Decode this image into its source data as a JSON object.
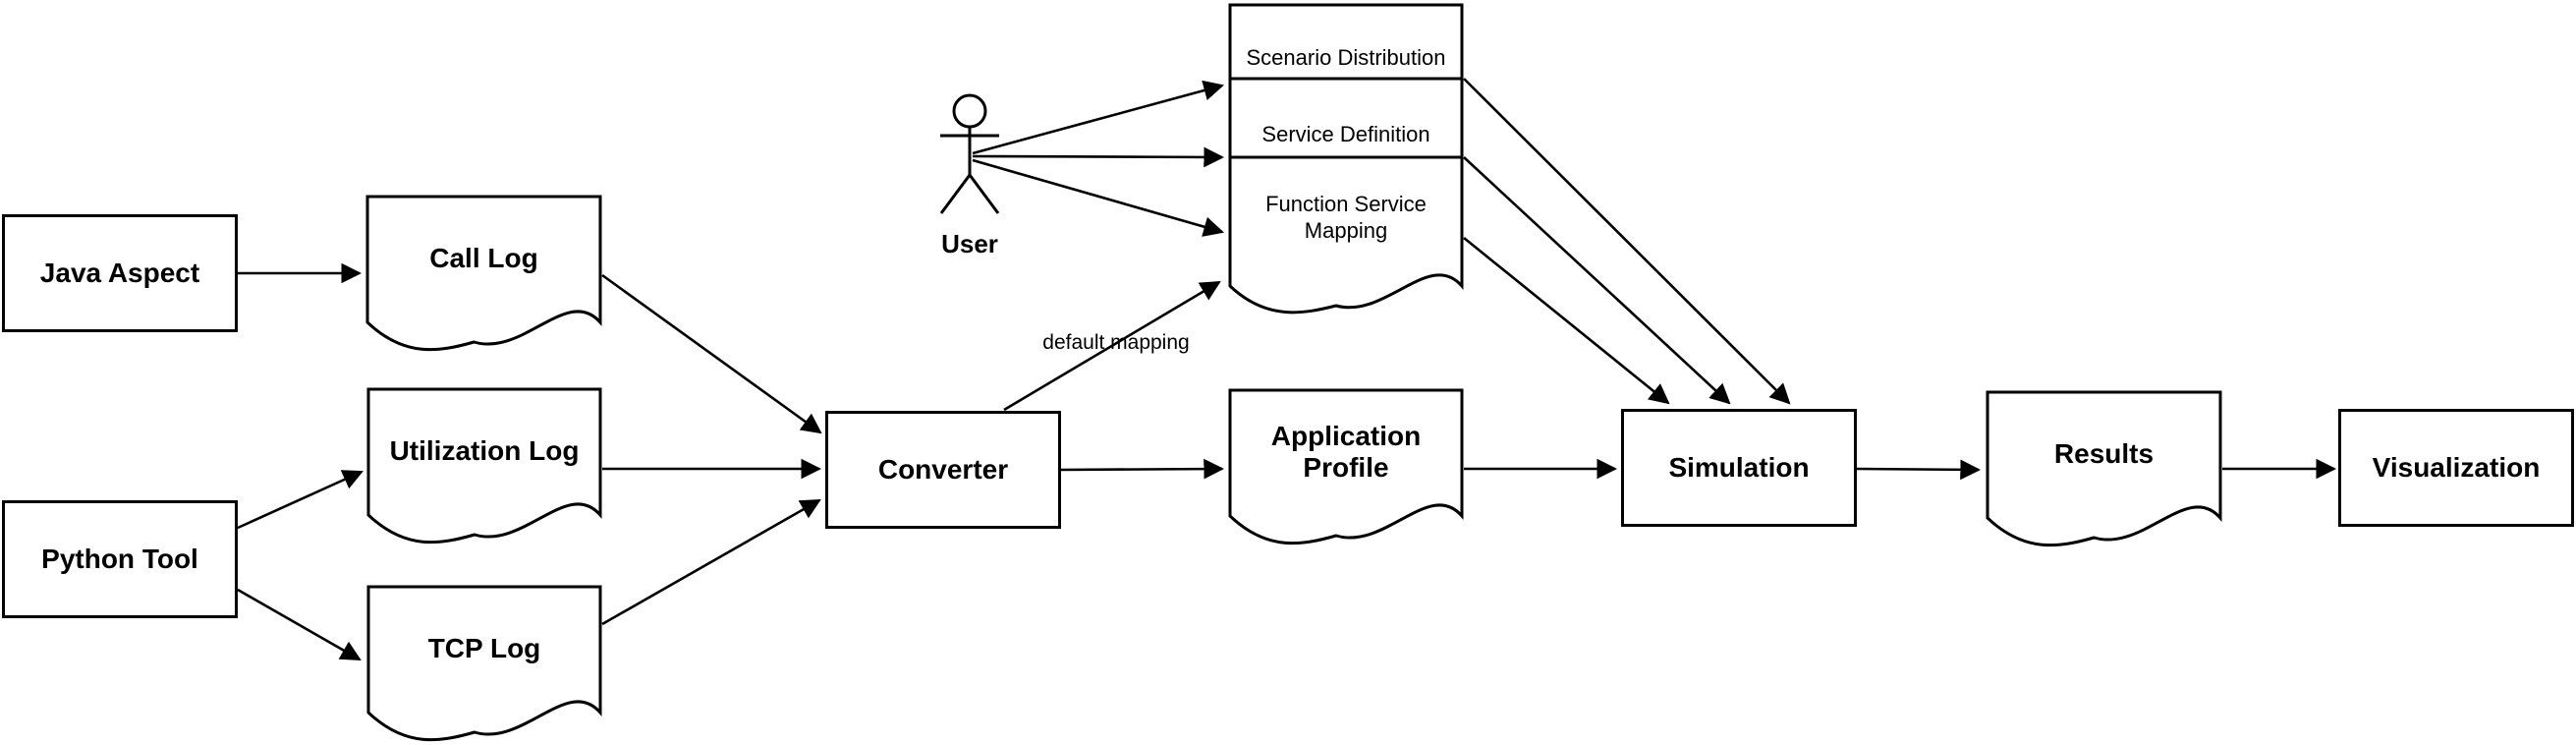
{
  "colors": {
    "background": "#ffffff",
    "stroke": "#000000",
    "text": "#000000"
  },
  "nodes": {
    "java_aspect": {
      "label": "Java Aspect",
      "shape": "rectangle"
    },
    "python_tool": {
      "label": "Python Tool",
      "shape": "rectangle"
    },
    "call_log": {
      "label": "Call Log",
      "shape": "document"
    },
    "utilization_log": {
      "label": "Utilization Log",
      "shape": "document"
    },
    "tcp_log": {
      "label": "TCP Log",
      "shape": "document"
    },
    "converter": {
      "label": "Converter",
      "shape": "rectangle"
    },
    "application_profile": {
      "label": "Application Profile",
      "shape": "document"
    },
    "user": {
      "label": "User",
      "shape": "actor"
    },
    "scenario_distribution": {
      "label": "Scenario Distribution",
      "shape": "document-stack-top"
    },
    "service_definition": {
      "label": "Service Definition",
      "shape": "document-stack-middle"
    },
    "function_service_mapping": {
      "label": "Function Service Mapping",
      "shape": "document-stack-bottom"
    },
    "simulation": {
      "label": "Simulation",
      "shape": "rectangle"
    },
    "results": {
      "label": "Results",
      "shape": "document"
    },
    "visualization": {
      "label": "Visualization",
      "shape": "rectangle"
    }
  },
  "edge_labels": {
    "converter_to_function_service_mapping": "default mapping"
  },
  "edges": [
    {
      "from": "java_aspect",
      "to": "call_log"
    },
    {
      "from": "python_tool",
      "to": "utilization_log"
    },
    {
      "from": "python_tool",
      "to": "tcp_log"
    },
    {
      "from": "call_log",
      "to": "converter"
    },
    {
      "from": "utilization_log",
      "to": "converter"
    },
    {
      "from": "tcp_log",
      "to": "converter"
    },
    {
      "from": "converter",
      "to": "application_profile"
    },
    {
      "from": "converter",
      "to": "function_service_mapping",
      "label": "default mapping"
    },
    {
      "from": "user",
      "to": "scenario_distribution"
    },
    {
      "from": "user",
      "to": "service_definition"
    },
    {
      "from": "user",
      "to": "function_service_mapping"
    },
    {
      "from": "scenario_distribution",
      "to": "simulation"
    },
    {
      "from": "service_definition",
      "to": "simulation"
    },
    {
      "from": "function_service_mapping",
      "to": "simulation"
    },
    {
      "from": "application_profile",
      "to": "simulation"
    },
    {
      "from": "simulation",
      "to": "results"
    },
    {
      "from": "results",
      "to": "visualization"
    }
  ]
}
